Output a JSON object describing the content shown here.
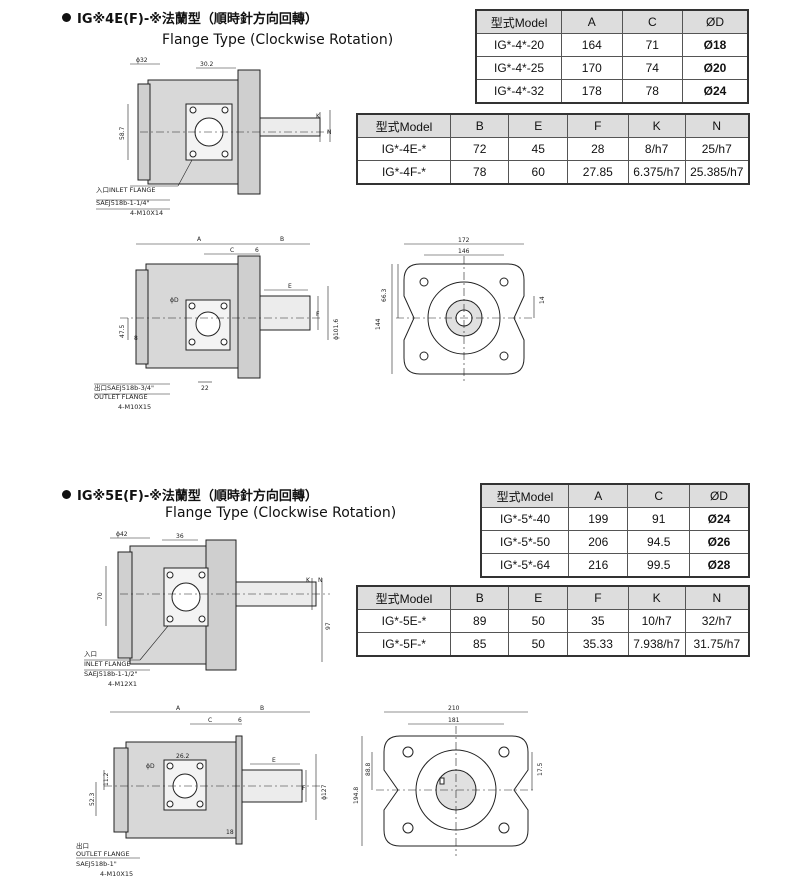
{
  "section1": {
    "title": "IG※4E(F)-※法蘭型（順時針方向回轉）",
    "subtitle": "Flange Type (Clockwise Rotation)",
    "table_top": {
      "headers": [
        "型式Model",
        "A",
        "C",
        "ØD"
      ],
      "rows": [
        [
          "IG*-4*-20",
          "164",
          "71",
          "Ø18"
        ],
        [
          "IG*-4*-25",
          "170",
          "74",
          "Ø20"
        ],
        [
          "IG*-4*-32",
          "178",
          "78",
          "Ø24"
        ]
      ]
    },
    "table_bottom": {
      "headers": [
        "型式Model",
        "B",
        "E",
        "F",
        "K",
        "N"
      ],
      "rows": [
        [
          "IG*-4E-*",
          "72",
          "45",
          "28",
          "8/h7",
          "25/h7"
        ],
        [
          "IG*-4F-*",
          "78",
          "60",
          "27.85",
          "6.375/h7",
          "25.385/h7"
        ]
      ]
    },
    "drawing_labels": {
      "d32": "ϕ32",
      "d302": "30.2",
      "d587": "58.7",
      "K": "K",
      "N": "N",
      "inlet": "入口INLET FLANGE",
      "sae_in": "SAEJ518b-1-1/4\"",
      "bolt_in": "4-M10X14",
      "A": "A",
      "B": "B",
      "C": "C",
      "six": "6",
      "E": "E",
      "F": "F",
      "phiD": "ϕD",
      "d1016": "ϕ101.6",
      "d475": "47.5",
      "d8": "8",
      "d22": "22",
      "outlet1": "出口SAEJ518b-3/4\"",
      "outlet2": "OUTLET FLANGE",
      "bolt_out": "4-M10X15",
      "d172": "172",
      "d146": "146",
      "d663": "66.3",
      "d144": "144",
      "d14": "14"
    }
  },
  "section2": {
    "title": "IG※5E(F)-※法蘭型（順時針方向回轉）",
    "subtitle": "Flange Type (Clockwise Rotation)",
    "table_top": {
      "headers": [
        "型式Model",
        "A",
        "C",
        "ØD"
      ],
      "rows": [
        [
          "IG*-5*-40",
          "199",
          "91",
          "Ø24"
        ],
        [
          "IG*-5*-50",
          "206",
          "94.5",
          "Ø26"
        ],
        [
          "IG*-5*-64",
          "216",
          "99.5",
          "Ø28"
        ]
      ]
    },
    "table_bottom": {
      "headers": [
        "型式Model",
        "B",
        "E",
        "F",
        "K",
        "N"
      ],
      "rows": [
        [
          "IG*-5E-*",
          "89",
          "50",
          "35",
          "10/h7",
          "32/h7"
        ],
        [
          "IG*-5F-*",
          "85",
          "50",
          "35.33",
          "7.938/h7",
          "31.75/h7"
        ]
      ]
    },
    "drawing_labels": {
      "d42": "ϕ42",
      "d36": "36",
      "d70": "70",
      "d97": "97",
      "K": "K",
      "N": "N",
      "inlet1": "入口",
      "inlet2": "INLET FLANGE",
      "sae_in": "SAEJ518b-1-1/2\"",
      "bolt_in": "4-M12X1",
      "A": "A",
      "B": "B",
      "C": "C",
      "six": "6",
      "E": "E",
      "F": "F",
      "phiD": "ϕD",
      "d262": "26.2",
      "d112": "11.2",
      "d523": "52.3",
      "d127": "ϕ127",
      "d18": "18",
      "outlet1": "出口",
      "outlet2": "OUTLET FLANGE",
      "sae_out": "SAEJ518b-1\"",
      "bolt_out": "4-M10X15",
      "d210": "210",
      "d181": "181",
      "d888": "88.8",
      "d1948": "194.8",
      "d175": "17.5"
    }
  },
  "colors": {
    "header_bg": "#dddddd",
    "body_fill": "#d8d8d8",
    "line": "#222222"
  }
}
